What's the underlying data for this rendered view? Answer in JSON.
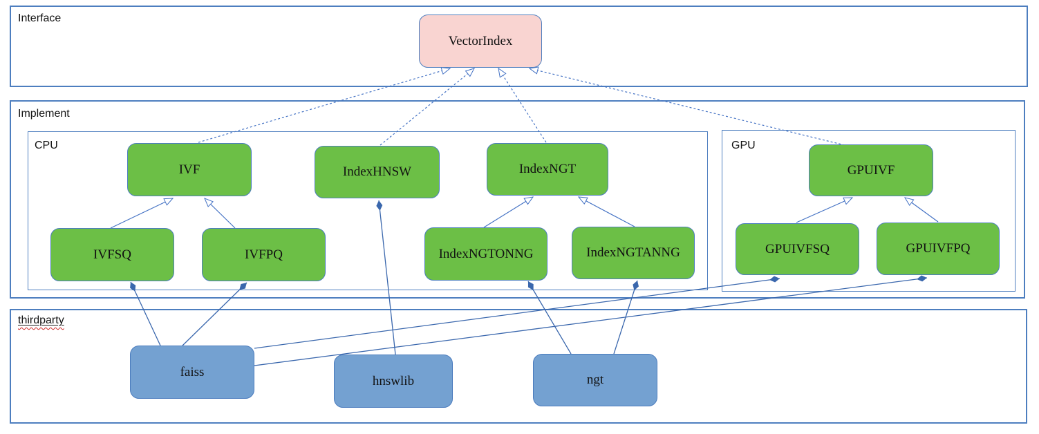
{
  "containers": {
    "interface": "Interface",
    "implement": "Implement",
    "cpu": "CPU",
    "gpu": "GPU",
    "thirdparty": "thirdparty"
  },
  "nodes": {
    "vectorindex": "VectorIndex",
    "ivf": "IVF",
    "indexhnsw": "IndexHNSW",
    "indexngt": "IndexNGT",
    "ivfsq": "IVFSQ",
    "ivfpq": "IVFPQ",
    "indexngtonng": "IndexNGTONNG",
    "indexngtanng": "IndexNGTANNG",
    "gpuivf": "GPUIVF",
    "gpuivfsq": "GPUIVFSQ",
    "gpuivfpq": "GPUIVFPQ",
    "faiss": "faiss",
    "hnswlib": "hnswlib",
    "ngt": "ngt"
  },
  "colors": {
    "interface_fill": "#f9d4d1",
    "class_fill": "#6cbf46",
    "thirdparty_fill": "#74a1d1",
    "edge_line": "#4472c4",
    "container_border": "#4d7ebf",
    "spellcheck_underline": "#cc2222"
  },
  "edges": [
    {
      "from": "ivf",
      "to": "vectorindex",
      "type": "realization"
    },
    {
      "from": "indexhnsw",
      "to": "vectorindex",
      "type": "realization"
    },
    {
      "from": "indexngt",
      "to": "vectorindex",
      "type": "realization"
    },
    {
      "from": "gpuivf",
      "to": "vectorindex",
      "type": "realization"
    },
    {
      "from": "ivfsq",
      "to": "ivf",
      "type": "inheritance"
    },
    {
      "from": "ivfpq",
      "to": "ivf",
      "type": "inheritance"
    },
    {
      "from": "indexngtonng",
      "to": "indexngt",
      "type": "inheritance"
    },
    {
      "from": "indexngtanng",
      "to": "indexngt",
      "type": "inheritance"
    },
    {
      "from": "gpuivfsq",
      "to": "gpuivf",
      "type": "inheritance"
    },
    {
      "from": "gpuivfpq",
      "to": "gpuivf",
      "type": "inheritance"
    },
    {
      "from": "faiss",
      "to": "ivfsq",
      "type": "composition"
    },
    {
      "from": "faiss",
      "to": "ivfpq",
      "type": "composition"
    },
    {
      "from": "faiss",
      "to": "gpuivfsq",
      "type": "composition"
    },
    {
      "from": "faiss",
      "to": "gpuivfpq",
      "type": "composition"
    },
    {
      "from": "hnswlib",
      "to": "indexhnsw",
      "type": "composition"
    },
    {
      "from": "ngt",
      "to": "indexngtonng",
      "type": "composition"
    },
    {
      "from": "ngt",
      "to": "indexngtanng",
      "type": "composition"
    }
  ]
}
